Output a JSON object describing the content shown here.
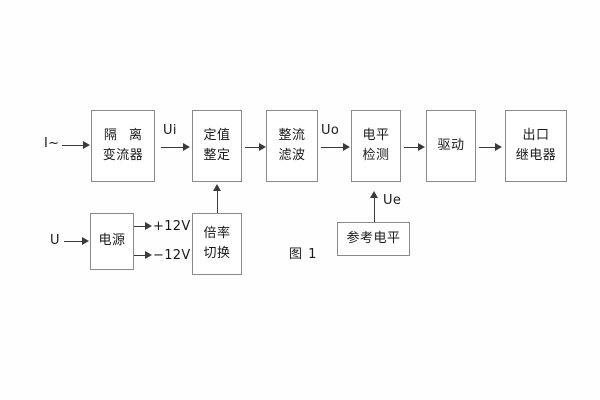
{
  "figure": {
    "caption": "图 1",
    "background_color": "#fefefe",
    "box_border_color": "#8a8a8a",
    "line_color": "#3a3a3a"
  },
  "blocks": [
    {
      "id": "isolation",
      "lines": [
        "隔 离",
        "变流器"
      ]
    },
    {
      "id": "setting",
      "lines": [
        "定值",
        "整定"
      ]
    },
    {
      "id": "rectifier",
      "lines": [
        "整流",
        "滤波"
      ]
    },
    {
      "id": "level",
      "lines": [
        "电平",
        "检测"
      ]
    },
    {
      "id": "driver",
      "lines": [
        "驱动"
      ]
    },
    {
      "id": "output",
      "lines": [
        "出口",
        "继电器"
      ]
    },
    {
      "id": "power",
      "lines": [
        "电源"
      ]
    },
    {
      "id": "multiplier",
      "lines": [
        "倍率",
        "切换"
      ]
    },
    {
      "id": "reference",
      "lines": [
        "参考电平"
      ]
    }
  ],
  "signals": {
    "current_input": "I~",
    "voltage_input": "U",
    "ui": "Ui",
    "uo": "Uo",
    "ue": "Ue",
    "plus12v": "+12V",
    "minus12v": "−12V"
  }
}
